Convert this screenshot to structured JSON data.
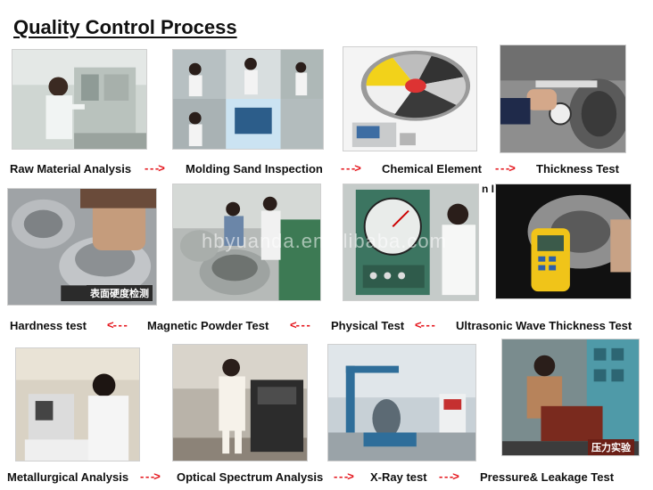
{
  "title": "Quality Control Process",
  "watermark": "hbyuanda.en.alibaba.com",
  "row1": {
    "labels": [
      "Raw Material Analysis",
      "Molding Sand Inspection",
      "Chemical Element",
      "Thickness Test"
    ],
    "arrows": [
      "- - ->",
      "- - ->",
      "- - ->"
    ]
  },
  "row2": {
    "labels": [
      "Hardness test",
      "Magnetic Powder Test",
      "Physical Test",
      "Ultrasonic Wave Thickness Test"
    ],
    "arrows": [
      "<- - -",
      "<- - -",
      "<- - -"
    ],
    "fragment": "n I",
    "photo_caption": "表面硬度检测"
  },
  "row3": {
    "labels": [
      "Metallurgical Analysis",
      "Optical Spectrum Analysis",
      "X-Ray test",
      "Pressure& Leakage Test"
    ],
    "arrows": [
      "- - ->",
      "- - ->",
      "- - ->"
    ],
    "photo_caption": "压力实验"
  },
  "colors": {
    "title": "#111111",
    "arrow": "#e4141b",
    "label": "#111111"
  }
}
